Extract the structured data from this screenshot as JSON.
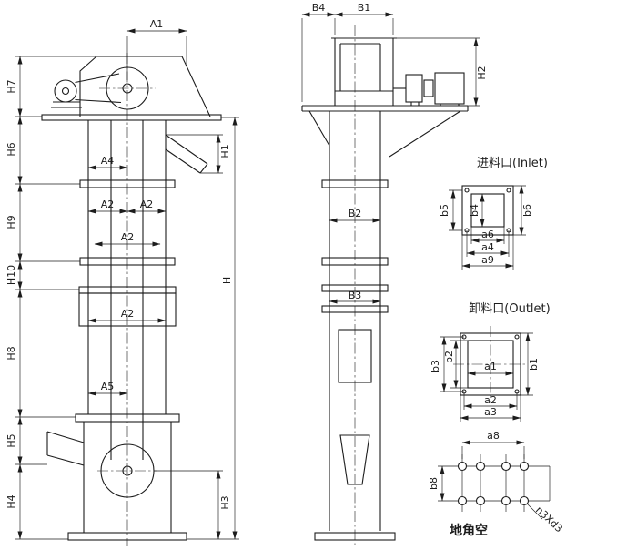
{
  "drawing": {
    "fv": {
      "a1": "A1",
      "a2": "A2",
      "a4": "A4",
      "a5": "A5",
      "h": "H",
      "h1": "H1",
      "h3": "H3",
      "h4": "H4",
      "h5": "H5",
      "h6": "H6",
      "h7": "H7",
      "h8": "H8",
      "h9": "H9",
      "h10": "H10"
    },
    "sv": {
      "b1": "B1",
      "b2": "B2",
      "b3": "B3",
      "b4": "B4",
      "h2": "H2"
    },
    "inlet": {
      "title": "进料口(Inlet)",
      "b5": "b5",
      "b4": "b4",
      "b6": "b6",
      "a6": "a6",
      "a4": "a4",
      "a9": "a9"
    },
    "outlet": {
      "title": "卸料口(Outlet)",
      "b3": "b3",
      "b2": "b2",
      "b1": "b1",
      "a1": "a1",
      "a2": "a2",
      "a3": "a3"
    },
    "base": {
      "title": "地角空",
      "a8": "a8",
      "b8": "b8",
      "n": "n3Xd3"
    }
  },
  "colors": {
    "line": "#1c1c1c",
    "background": "#ffffff"
  }
}
